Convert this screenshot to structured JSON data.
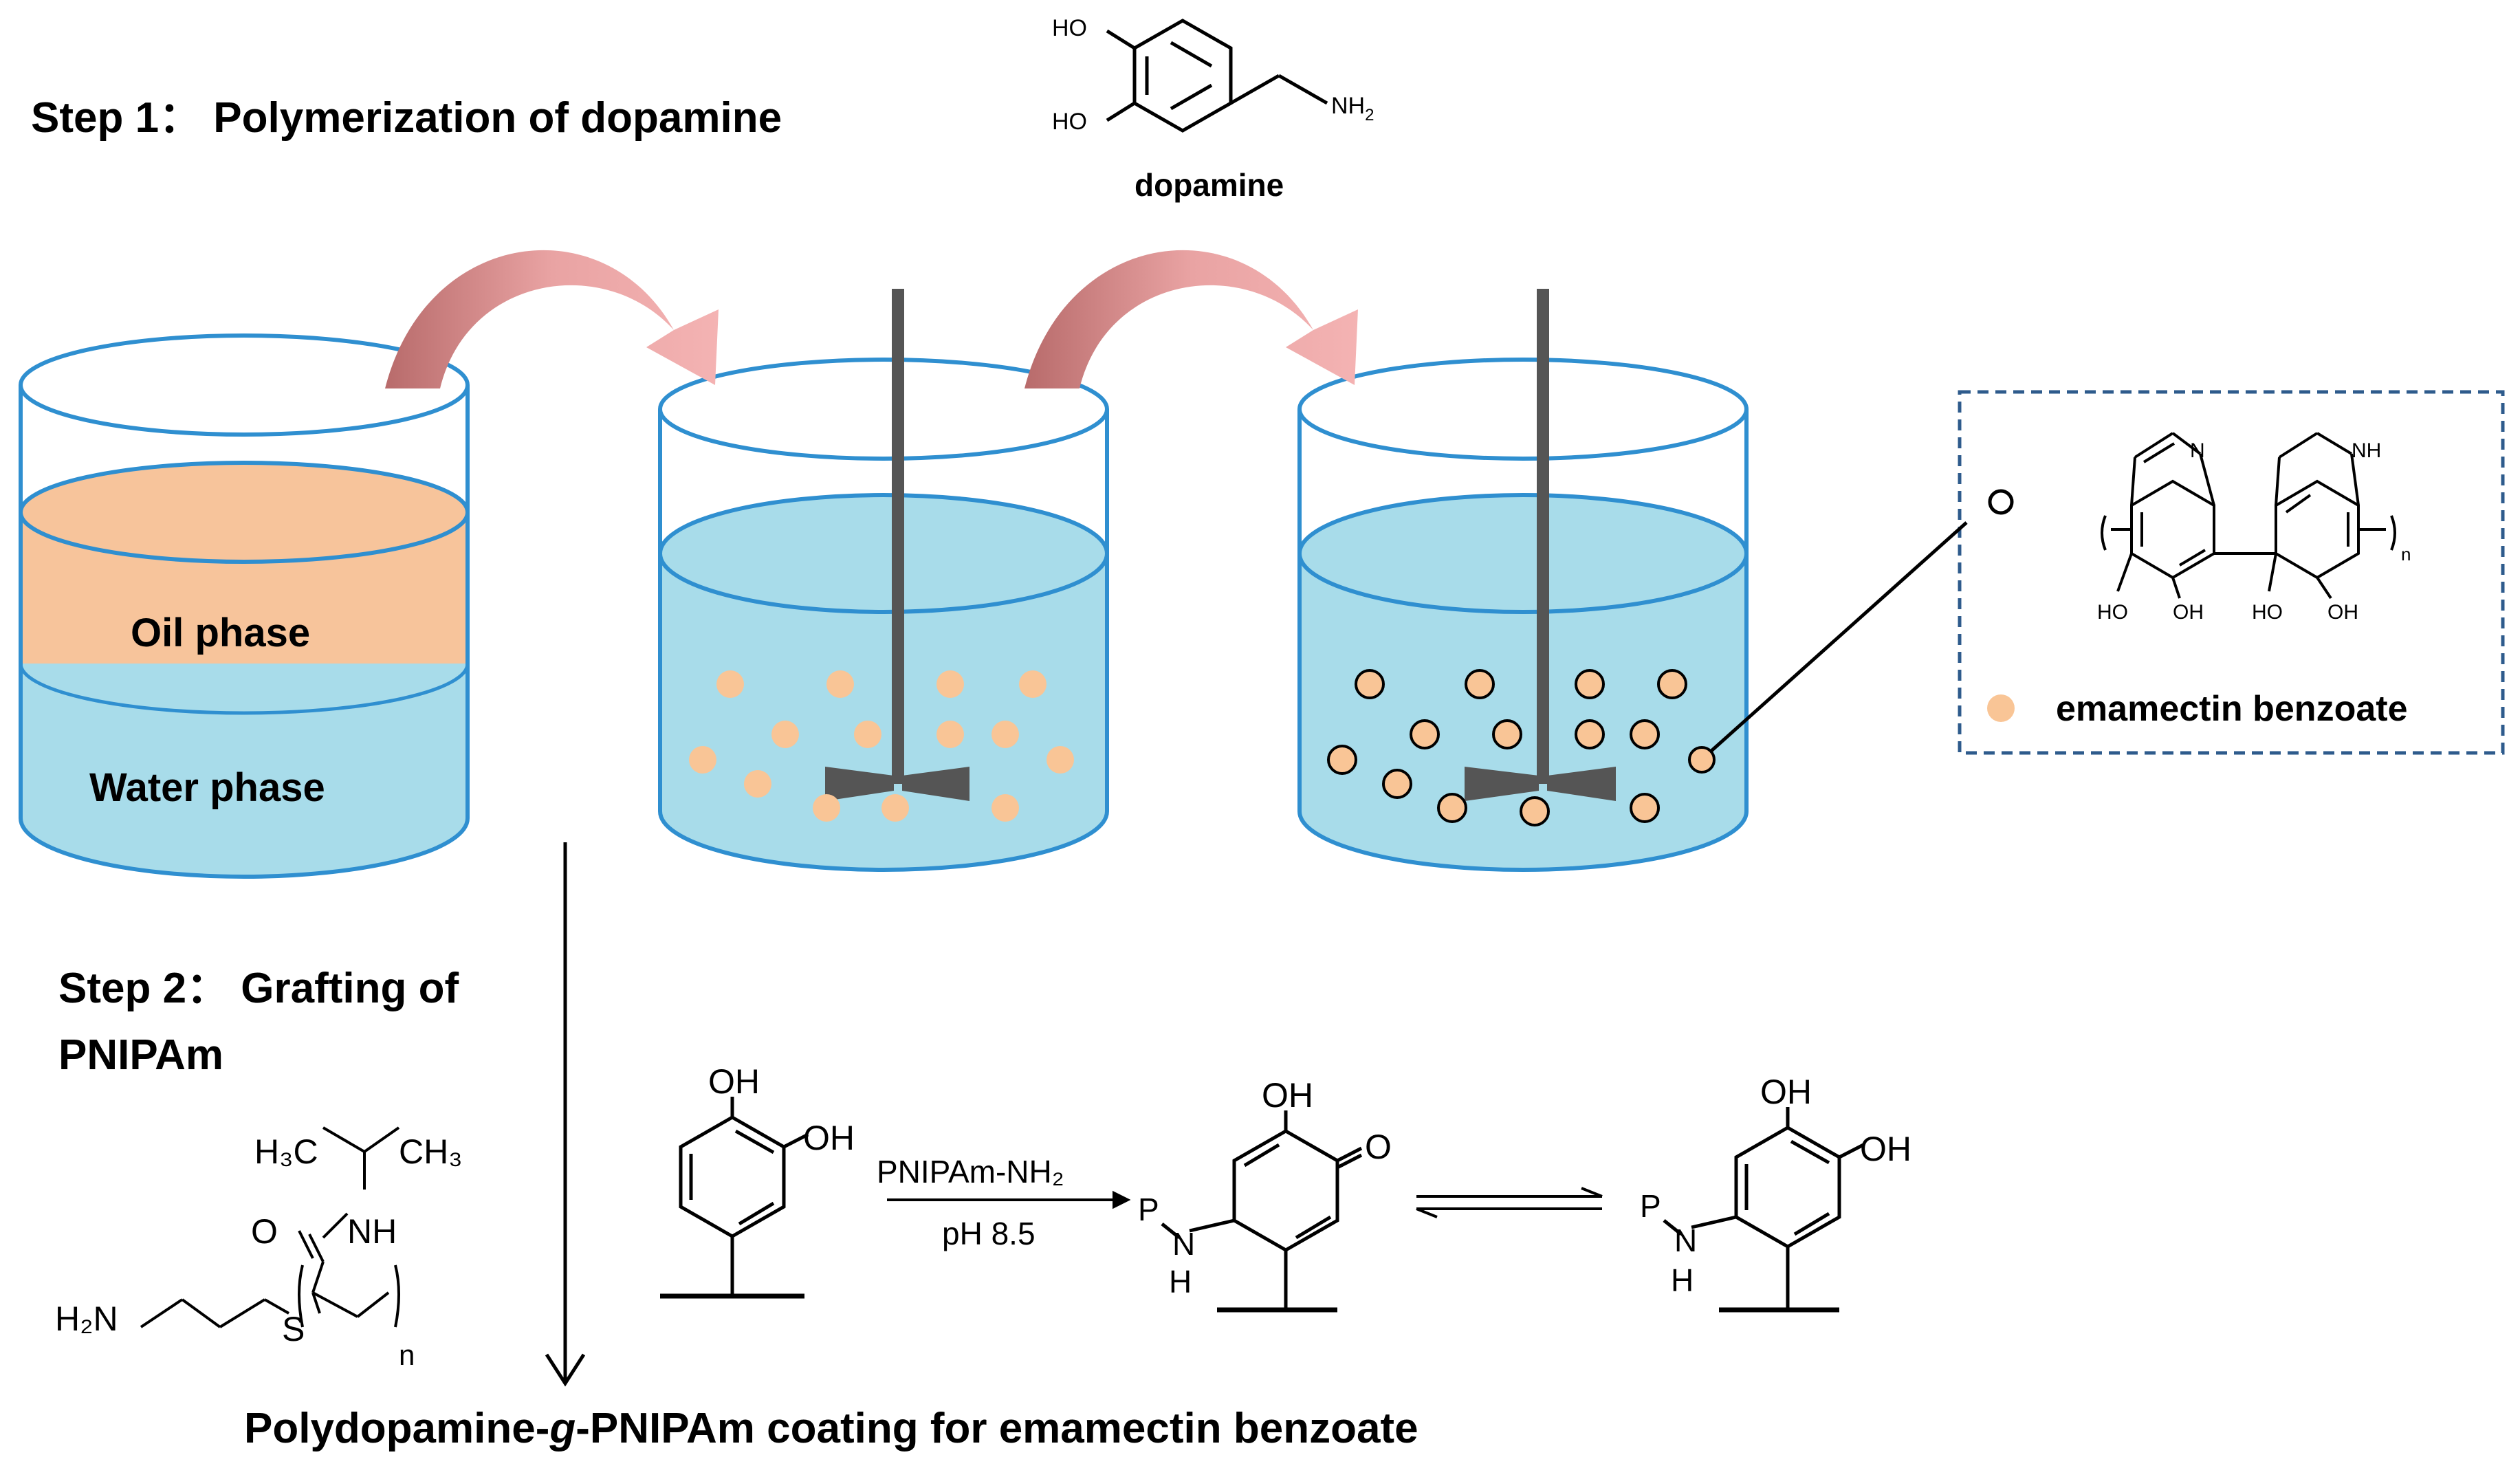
{
  "title_step1": "Step 1：  Polymerization of dopamine",
  "title_step2_line1": "Step 2：  Grafting of",
  "title_step2_line2": "PNIPAm",
  "bottom_caption_pre": "Polydopamine-",
  "bottom_caption_italic": "g",
  "bottom_caption_post": "-PNIPAm coating for emamectin benzoate",
  "phases": {
    "oil": "Oil phase",
    "water": "Water phase"
  },
  "dopamine": {
    "label": "dopamine",
    "oh": "HO",
    "nh": "NH",
    "nh_sub": "2"
  },
  "legend": {
    "item": "emamectin benzoate",
    "n": "NH",
    "n_plain": "N",
    "oh1": "HO",
    "oh2": "OH",
    "oh3": "HO",
    "oh4": "OH",
    "sub_n": "n"
  },
  "pnipam": {
    "h3c": "H₃C",
    "ch3": "CH₃",
    "o": "O",
    "nh": "NH",
    "h2n": "H₂N",
    "s": "S",
    "n": "n"
  },
  "reaction": {
    "reagent": "PNIPAm-NH₂",
    "condition": "pH 8.5",
    "oh": "OH",
    "o": "O",
    "p": "P",
    "n": "N",
    "h": "H"
  },
  "colors": {
    "beaker_stroke": "#2f8fd0",
    "water": "#a8dcea",
    "oil": "#f7c49b",
    "particle": "#f9c596",
    "stirrer": "#555555",
    "arrow_curve": "#d98f8f",
    "legend_border": "#2e5b8c"
  }
}
